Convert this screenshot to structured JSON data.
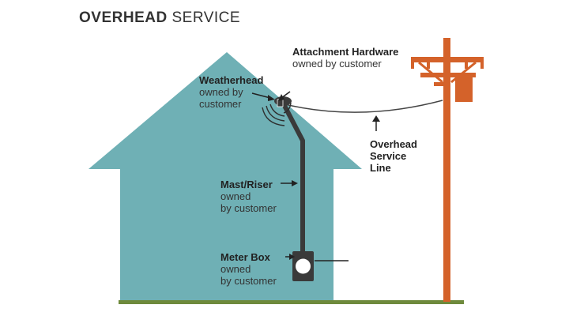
{
  "title": {
    "bold": "OVERHEAD",
    "regular": "SERVICE"
  },
  "labels": {
    "attachment": {
      "name": "Attachment Hardware",
      "owner": "owned by customer"
    },
    "weatherhead": {
      "name": "Weatherhead",
      "owner_line1": "owned by",
      "owner_line2": "customer"
    },
    "service_line": {
      "line1": "Overhead",
      "line2": "Service",
      "line3": "Line"
    },
    "mast": {
      "name": "Mast/Riser",
      "owner_line1": "owned",
      "owner_line2": "by customer"
    },
    "meter": {
      "name": "Meter Box",
      "owner_line1": "owned",
      "owner_line2": "by customer"
    }
  },
  "colors": {
    "house": "#6fb0b5",
    "pole": "#d4622a",
    "ground": "#6e8a3c",
    "mast": "#3a3a3a",
    "wire": "#444444"
  }
}
